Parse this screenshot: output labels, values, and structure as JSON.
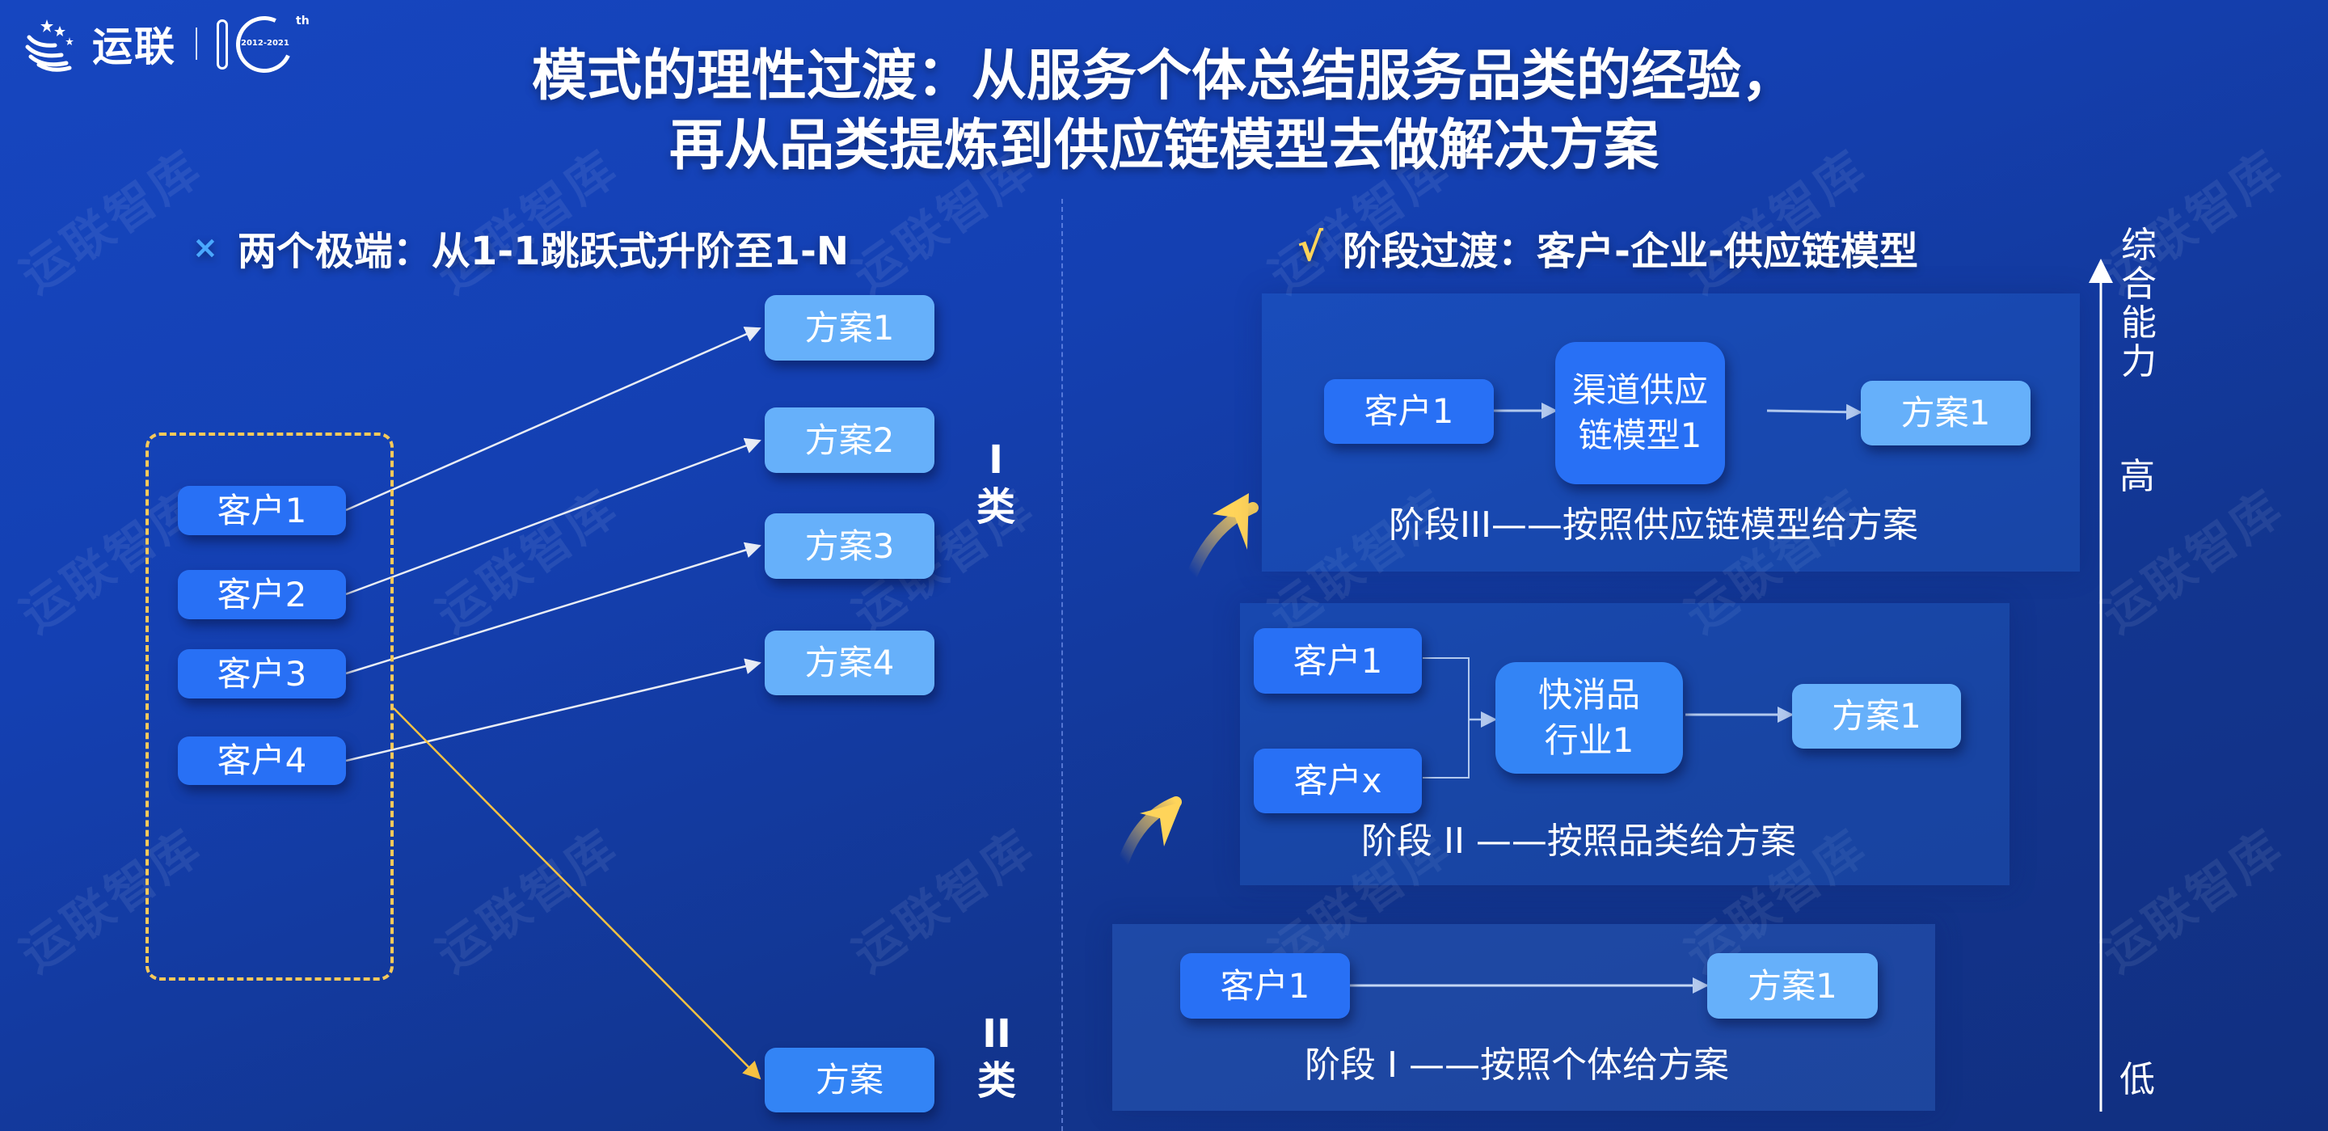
{
  "logo": {
    "brand_text": "运联",
    "anniversary_years": "2012-2021",
    "anniversary_suffix": "th"
  },
  "watermark": {
    "text": "运联智库"
  },
  "title": {
    "line1": "模式的理性过渡：从服务个体总结服务品类的经验，",
    "line2": "再从品类提炼到供应链模型去做解决方案"
  },
  "left": {
    "heading_mark": "×",
    "heading": "两个极端：从1-1跳跃式升阶至1-N",
    "customers": [
      "客户1",
      "客户2",
      "客户3",
      "客户4"
    ],
    "solutions": [
      "方案1",
      "方案2",
      "方案3",
      "方案4"
    ],
    "type2_solution": "方案",
    "category1": {
      "numeral": "I",
      "char": "类"
    },
    "category2": {
      "numeral": "II",
      "char": "类"
    }
  },
  "right": {
    "heading_mark": "√",
    "heading": "阶段过渡：客户-企业-供应链模型",
    "stage3": {
      "customer": "客户1",
      "model_line1": "渠道供应",
      "model_line2": "链模型1",
      "solution": "方案1",
      "caption": "阶段III——按照供应链模型给方案"
    },
    "stage2": {
      "customer_a": "客户1",
      "customer_b": "客户x",
      "category_line1": "快消品",
      "category_line2": "行业1",
      "solution": "方案1",
      "caption": "阶段 II ——按照品类给方案"
    },
    "stage1": {
      "customer": "客户1",
      "solution": "方案1",
      "caption": "阶段 I ——按照个体给方案"
    }
  },
  "axis": {
    "title_chars": [
      "综",
      "合",
      "能",
      "力"
    ],
    "high": "高",
    "low": "低"
  },
  "colors": {
    "background": "#1440b2",
    "customer_box": "#2870f5",
    "solution_box": "#66b0fa",
    "type2_box": "#3384f5",
    "dashed_group": "#f7c95a",
    "yellow_arrow": "#f7c242",
    "x_mark": "#4aa8ff",
    "check_mark": "#ffd45a"
  }
}
